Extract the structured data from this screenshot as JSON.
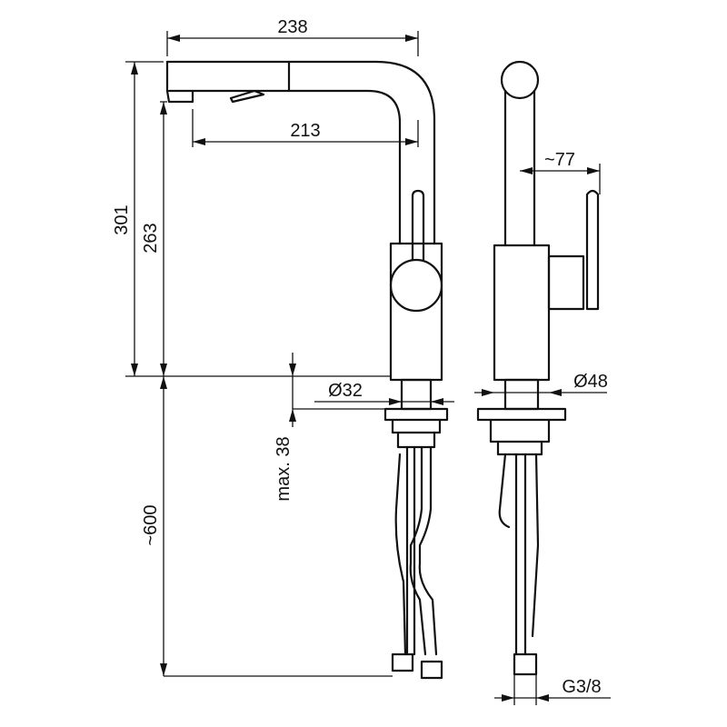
{
  "dimensions": {
    "overall_width": "238",
    "spout_reach": "213",
    "total_height": "301",
    "body_height": "263",
    "hose_length": "~600",
    "max_deck_thickness": "max. 38",
    "hole_diameter": "Ø32",
    "base_diameter": "Ø48",
    "lever_projection": "~77",
    "connection_thread": "G3/8"
  },
  "colors": {
    "line": "#111111",
    "background": "#ffffff"
  }
}
